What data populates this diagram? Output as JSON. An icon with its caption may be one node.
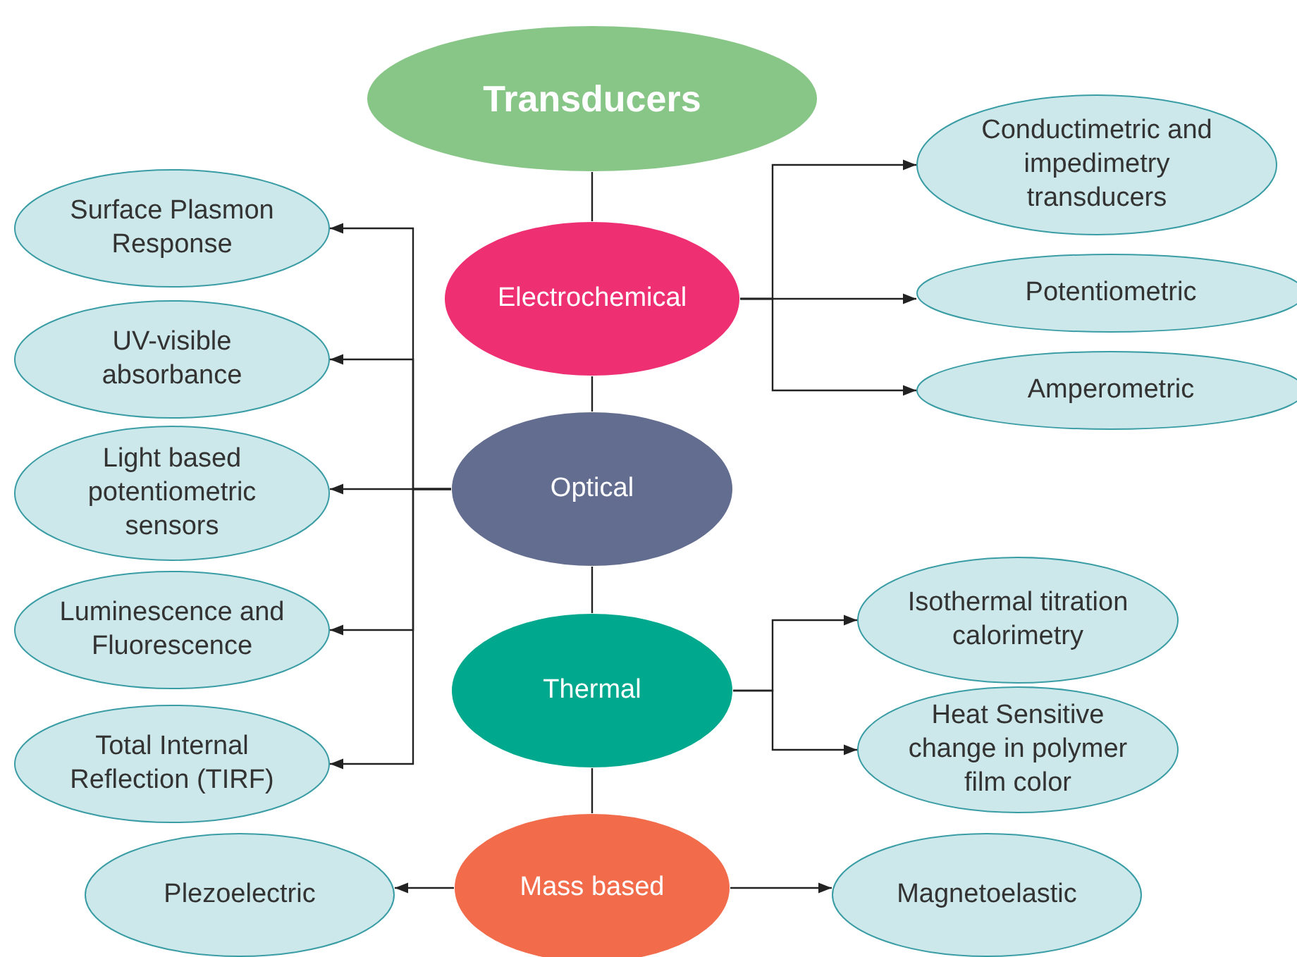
{
  "diagram": {
    "nodes": [
      {
        "text": [
          "Transducers"
        ]
      },
      {
        "text": [
          "Electrochemical"
        ]
      },
      {
        "text": [
          "Optical"
        ]
      },
      {
        "text": [
          "Thermal"
        ]
      },
      {
        "text": [
          "Mass based"
        ]
      },
      {
        "text": [
          "Conductimetric and impedimetry transducers"
        ]
      },
      {
        "text": [
          "Potentiometric"
        ]
      },
      {
        "text": [
          "Amperometric"
        ]
      },
      {
        "text": [
          "Surface Plasmon Response"
        ]
      },
      {
        "text": [
          "UV-visible absorbance"
        ]
      },
      {
        "text": [
          "Light based potentiometric sensors"
        ]
      },
      {
        "text": [
          "Luminescence and Fluorescence"
        ]
      },
      {
        "text": [
          "Total Internal Reflection (TIRF)"
        ]
      },
      {
        "text": [
          "Isothermal titration calorimetry"
        ]
      },
      {
        "text": [
          "Heat Sensitive change in polymer film color"
        ]
      },
      {
        "text": [
          "Plezoelectric"
        ]
      },
      {
        "text": [
          "Magnetoelastic"
        ]
      }
    ],
    "edges": [
      {
        "from": 0,
        "to": 1,
        "arrow": "none"
      },
      {
        "from": 1,
        "to": 2,
        "arrow": "none"
      },
      {
        "from": 2,
        "to": 3,
        "arrow": "none"
      },
      {
        "from": 3,
        "to": 4,
        "arrow": "none"
      },
      {
        "from": 1,
        "to": 5,
        "arrow": "to"
      },
      {
        "from": 1,
        "to": 6,
        "arrow": "to"
      },
      {
        "from": 1,
        "to": 7,
        "arrow": "to"
      },
      {
        "from": 2,
        "to": 8,
        "arrow": "to"
      },
      {
        "from": 2,
        "to": 9,
        "arrow": "to"
      },
      {
        "from": 2,
        "to": 10,
        "arrow": "to"
      },
      {
        "from": 2,
        "to": 11,
        "arrow": "to"
      },
      {
        "from": 2,
        "to": 12,
        "arrow": "to"
      },
      {
        "from": 3,
        "to": 13,
        "arrow": "to"
      },
      {
        "from": 3,
        "to": 14,
        "arrow": "to"
      },
      {
        "from": 4,
        "to": 15,
        "arrow": "to"
      },
      {
        "from": 4,
        "to": 16,
        "arrow": "to"
      }
    ]
  }
}
